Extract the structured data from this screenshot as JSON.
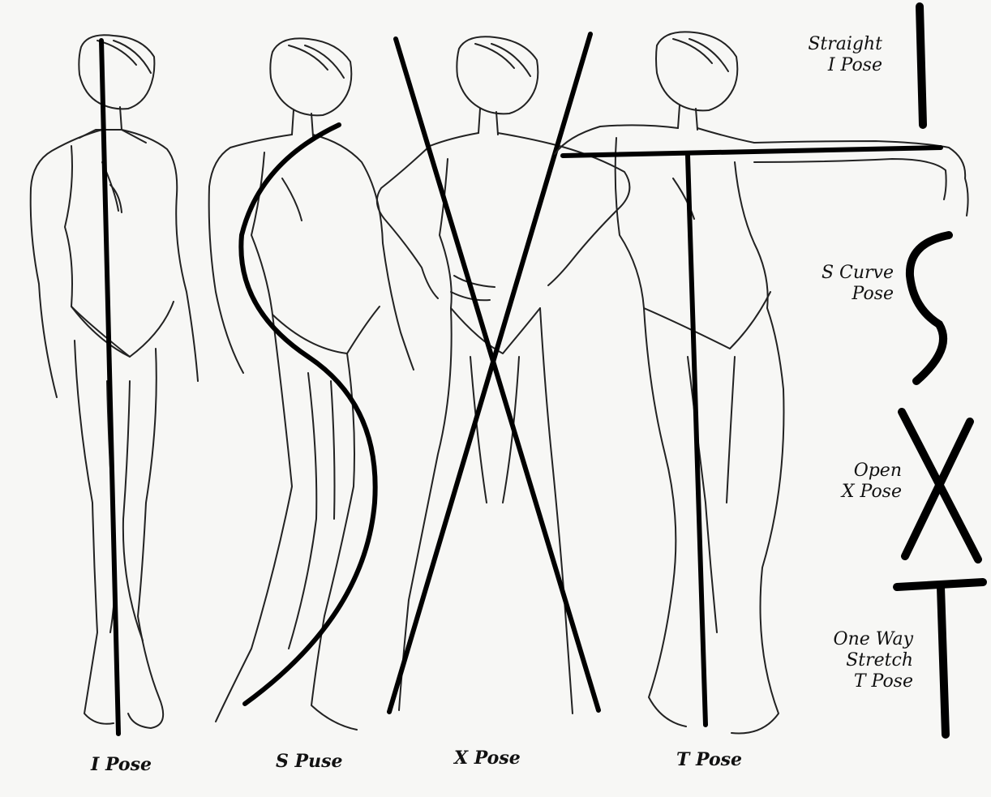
{
  "figure": {
    "ink_color": "#111111",
    "paper_color": "#f7f7f5",
    "figures": [
      {
        "name": "i-pose",
        "caption": "I Pose",
        "guide": "vertical straight line"
      },
      {
        "name": "s-pose",
        "caption": "S Puse",
        "guide": "S curve"
      },
      {
        "name": "x-pose",
        "caption": "X Pose",
        "guide": "two crossing lines"
      },
      {
        "name": "t-pose",
        "caption": "T Pose",
        "guide": "T shape with outstretched arm"
      }
    ],
    "legend": [
      {
        "label_lines": [
          "Straight",
          "I Pose"
        ],
        "symbol": "I"
      },
      {
        "label_lines": [
          "S Curve",
          "Pose"
        ],
        "symbol": "S"
      },
      {
        "label_lines": [
          "Open",
          "X Pose"
        ],
        "symbol": "X"
      },
      {
        "label_lines": [
          "One Way",
          "Stretch",
          "T Pose"
        ],
        "symbol": "T"
      }
    ]
  }
}
